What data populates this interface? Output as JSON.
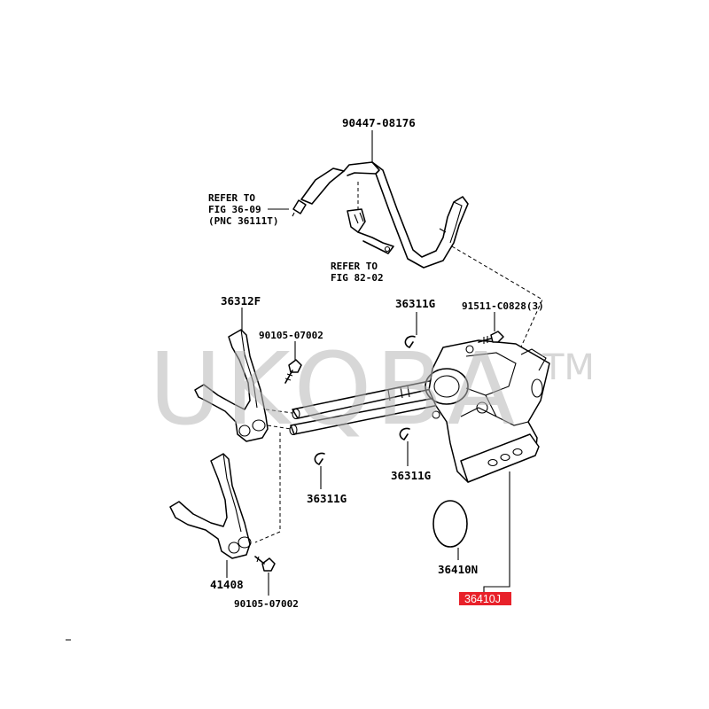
{
  "watermark": {
    "text": "UKQBA",
    "tm": "TM"
  },
  "labels": {
    "hose_top": "90447-08176",
    "refer1_line1": "REFER TO",
    "refer1_line2": "FIG 36-09",
    "refer1_line3": "(PNC 36111T)",
    "refer2_line1": "REFER TO",
    "refer2_line2": "FIG 82-02",
    "fork_upper": "36312F",
    "bolt_upper": "90105-07002",
    "clip_top": "36311G",
    "bolt_set": "91511-C0828(3)",
    "clip_left": "36311G",
    "clip_mid": "36311G",
    "fork_lower": "41408",
    "bolt_lower": "90105-07002",
    "oring": "36410N",
    "assembly": "36410J"
  },
  "colors": {
    "highlight": "#e8212a",
    "watermark": "#b8b8b8"
  }
}
